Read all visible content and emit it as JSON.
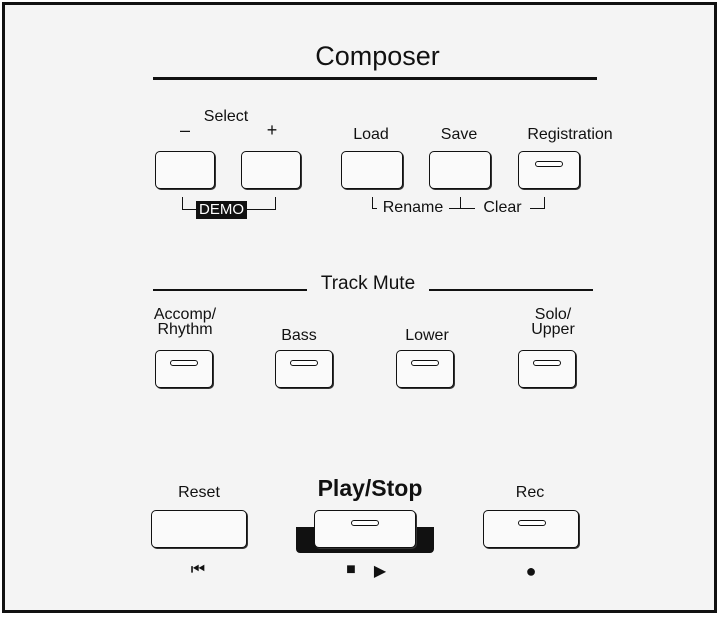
{
  "composer": {
    "title": "Composer",
    "select_label": "Select",
    "minus_label": "–",
    "plus_label": "+",
    "demo_label": "DEMO",
    "load_label": "Load",
    "save_label": "Save",
    "registration_label": "Registration",
    "rename_label": "Rename",
    "clear_label": "Clear"
  },
  "track_mute": {
    "title": "Track Mute",
    "accomp_label": "Accomp/\nRhythm",
    "bass_label": "Bass",
    "lower_label": "Lower",
    "solo_label": "Solo/\nUpper"
  },
  "transport": {
    "reset_label": "Reset",
    "play_stop_label": "Play/Stop",
    "rec_label": "Rec",
    "reset_symbol": "⏮",
    "stop_symbol": "■",
    "play_symbol": "▶",
    "rec_symbol": "●"
  }
}
